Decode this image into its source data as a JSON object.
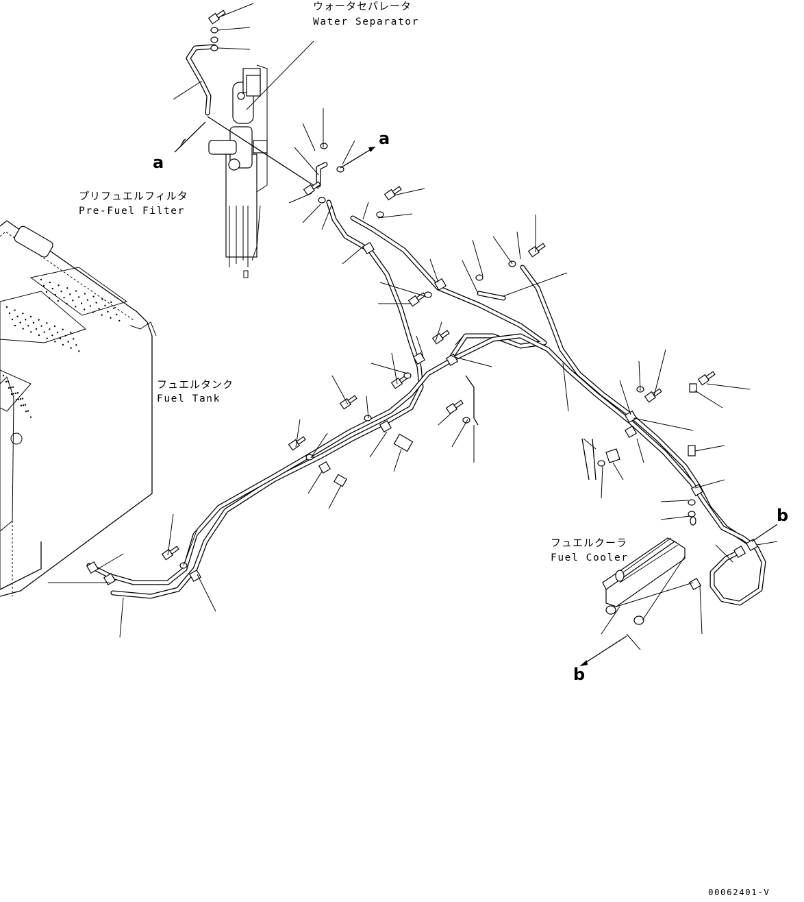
{
  "labels": {
    "water_separator_jp": "ウォータセパレータ",
    "water_separator_en": "Water Separator",
    "pre_fuel_filter_jp": "プリフュエルフィルタ",
    "pre_fuel_filter_en": "Pre-Fuel Filter",
    "fuel_tank_jp": "フュエルタンク",
    "fuel_tank_en": "Fuel Tank",
    "fuel_cooler_jp": "フュエルクーラ",
    "fuel_cooler_en": "Fuel Cooler"
  },
  "refs": {
    "a_left": "a",
    "a_right": "a",
    "b_right": "b",
    "b_bottom": "b"
  },
  "drawing_code": "00062401-V"
}
